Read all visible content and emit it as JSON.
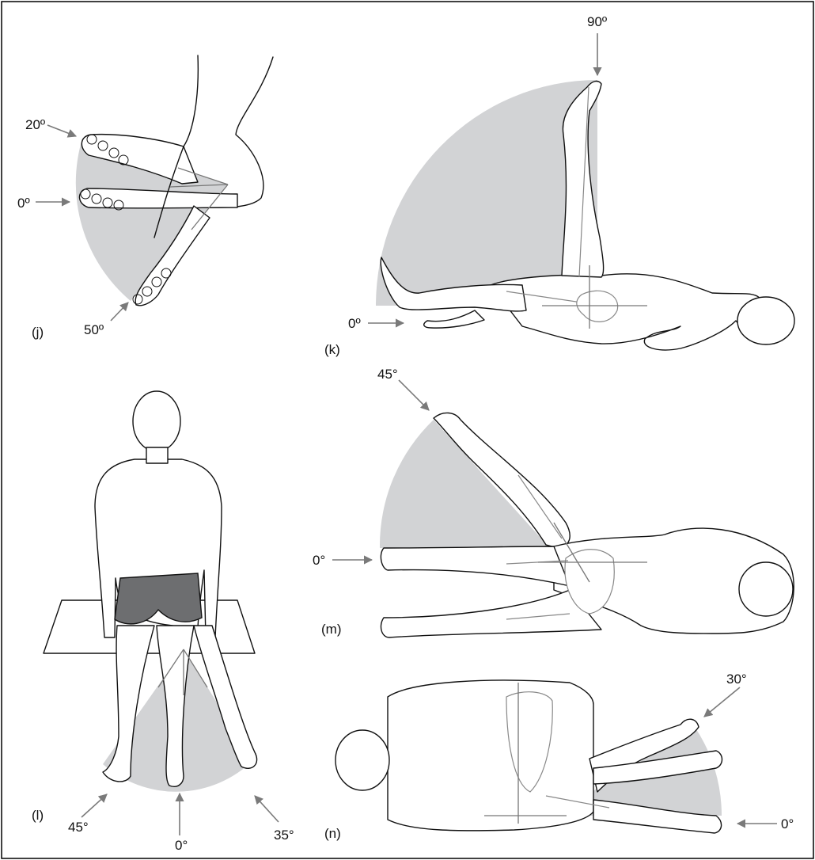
{
  "panels": {
    "j": {
      "label": "(j)",
      "angles": [
        "20º",
        "0º",
        "50º"
      ]
    },
    "k": {
      "label": "(k)",
      "angles": [
        "90º",
        "0º"
      ]
    },
    "l": {
      "label": "(l)",
      "angles": [
        "45°",
        "0°",
        "35°"
      ]
    },
    "m": {
      "label": "(m)",
      "angles": [
        "45°",
        "0°"
      ]
    },
    "n": {
      "label": "(n)",
      "angles": [
        "30°",
        "0°"
      ]
    }
  },
  "colors": {
    "sector": "#d2d3d5",
    "arrow": "#7a7a7a",
    "shorts": "#6d6e70"
  }
}
